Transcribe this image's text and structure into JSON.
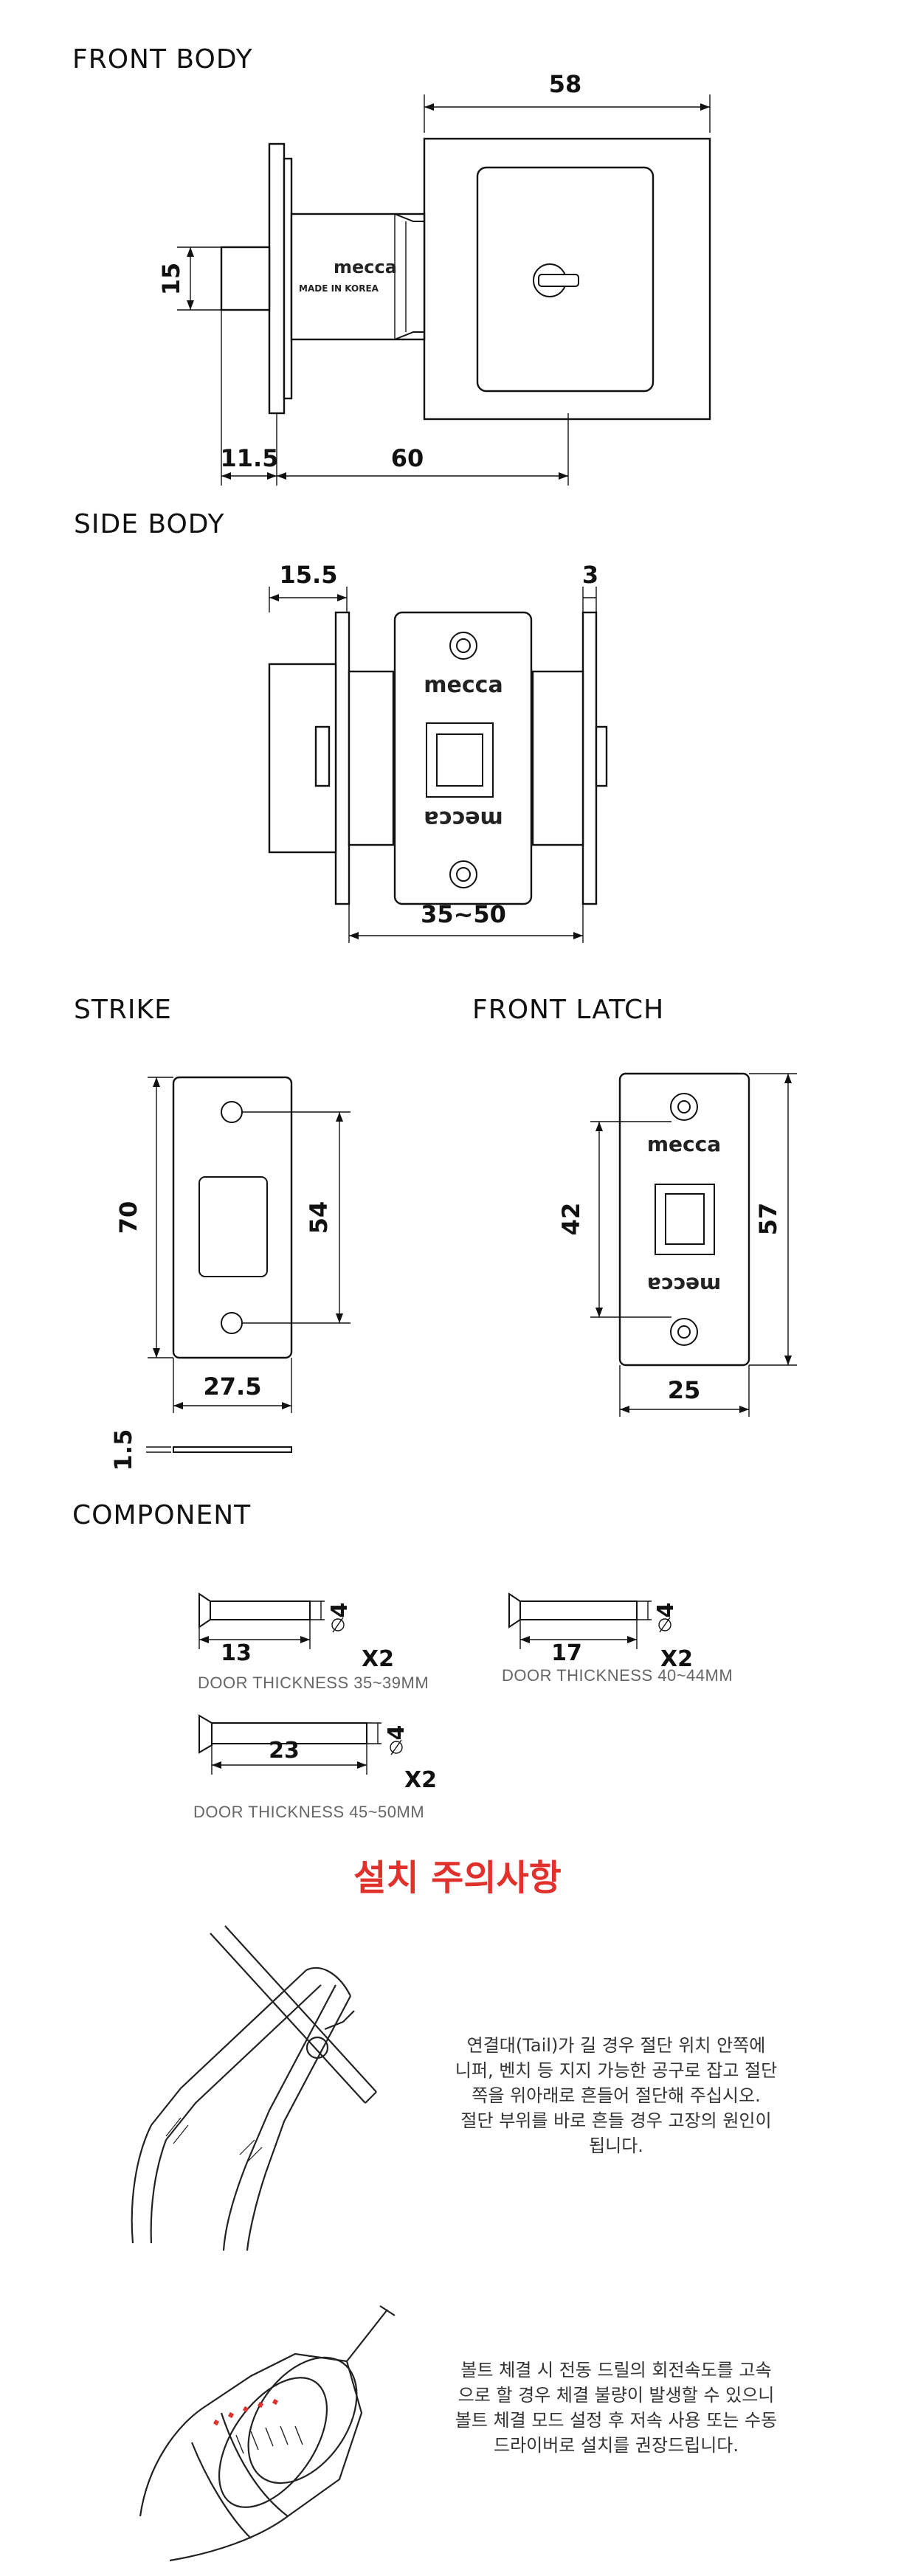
{
  "sections": {
    "front_body": "FRONT BODY",
    "side_body": "SIDE BODY",
    "strike": "STRIKE",
    "front_latch": "FRONT LATCH",
    "component": "COMPONENT"
  },
  "front_body": {
    "dim_width": "58",
    "dim_height": "15",
    "dim_left": "11.5",
    "dim_length": "60",
    "brand": "mecca",
    "made_in": "MADE IN KOREA"
  },
  "side_body": {
    "dim_left": "15.5",
    "dim_right": "3",
    "dim_range": "35~50",
    "brand": "mecca"
  },
  "strike": {
    "dim_height": "70",
    "dim_hole": "54",
    "dim_width": "27.5",
    "dim_thickness": "1.5"
  },
  "front_latch": {
    "dim_hole": "42",
    "dim_height": "57",
    "dim_width": "25",
    "brand": "mecca"
  },
  "component": {
    "screws": [
      {
        "length": "13",
        "dia": "4",
        "qty": "X2",
        "thickness": "DOOR THICKNESS 35~39MM"
      },
      {
        "length": "17",
        "dia": "4",
        "qty": "X2",
        "thickness": "DOOR THICKNESS 40~44MM"
      },
      {
        "length": "23",
        "dia": "4",
        "qty": "X2",
        "thickness": "DOOR THICKNESS 45~50MM"
      }
    ]
  },
  "warning": {
    "title": "설치 주의사항",
    "note1": [
      "연결대(Tail)가 길 경우 절단 위치 안쪽에",
      "니퍼, 벤치 등 지지 가능한 공구로 잡고 절단",
      "쪽을 위아래로 흔들어 절단해 주십시오.",
      "절단 부위를 바로 흔들 경우 고장의 원인이",
      "됩니다."
    ],
    "note2": [
      "볼트 체결 시 전동 드릴의 회전속도를 고속",
      "으로 할 경우 체결 불량이 발생할 수 있으니",
      "볼트 체결 모드 설정 후 저속 사용 또는 수동",
      "드라이버로 설치를 권장드립니다."
    ]
  }
}
